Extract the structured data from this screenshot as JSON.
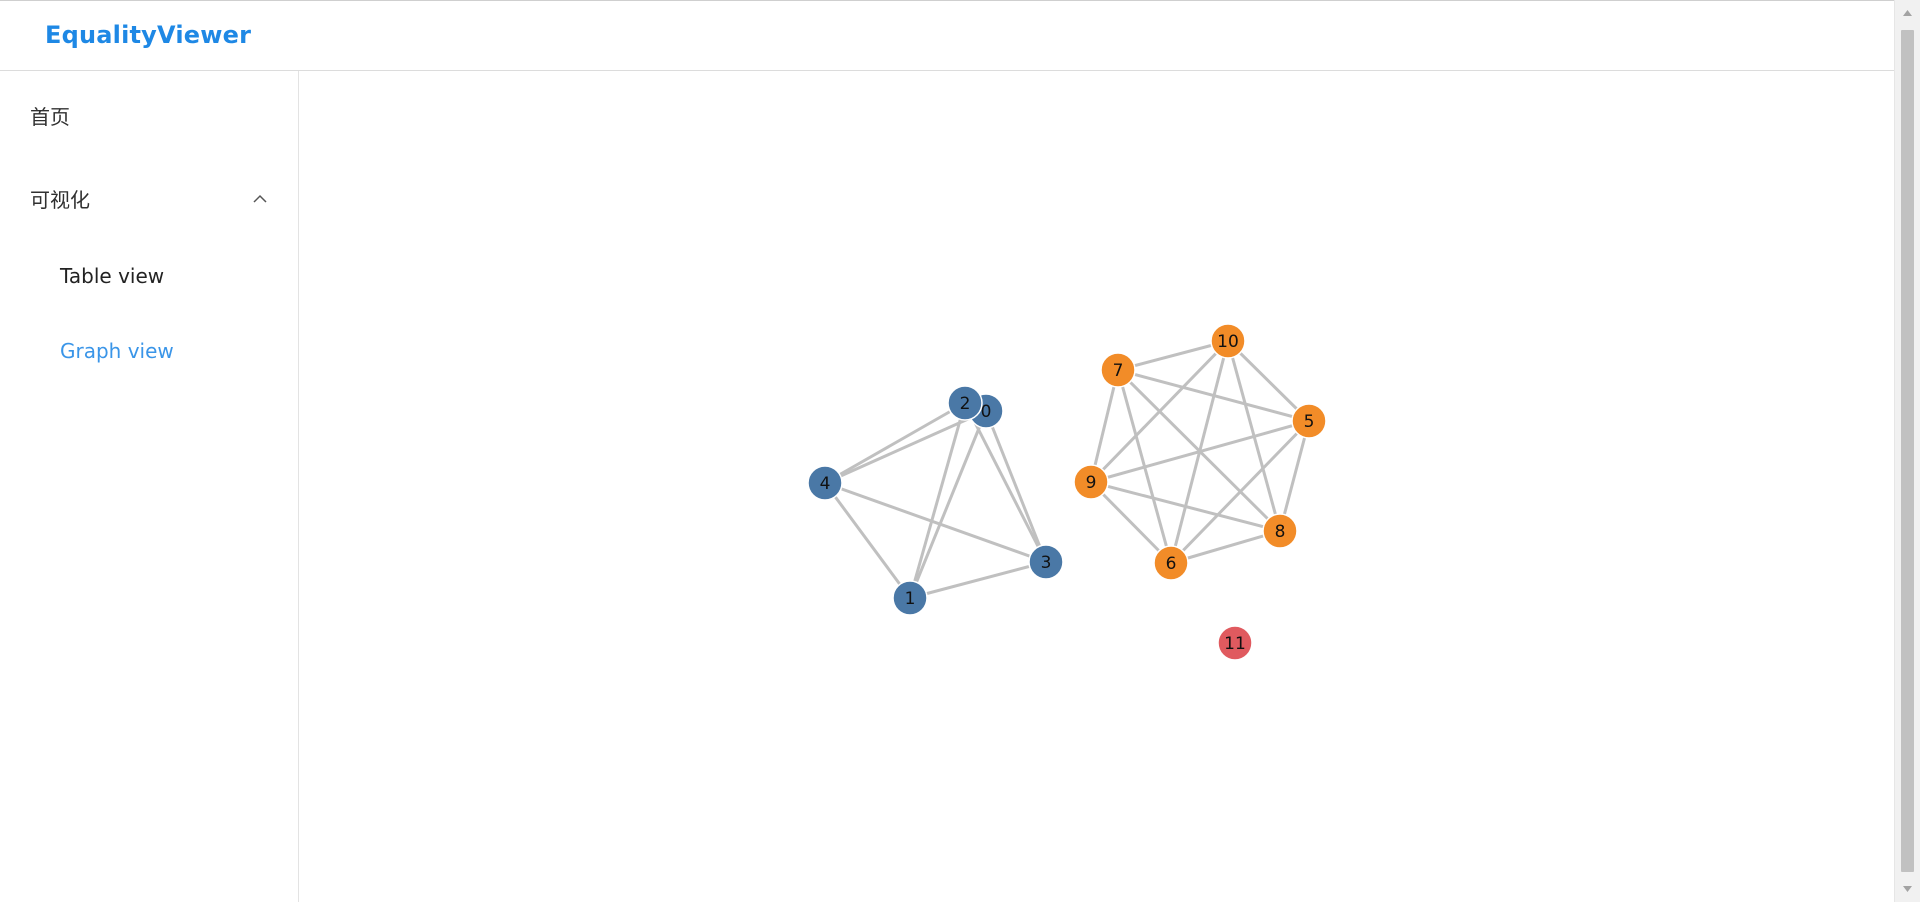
{
  "app": {
    "brand": "EqualityViewer"
  },
  "sidebar": {
    "home_label": "首页",
    "visualization_label": "可视化",
    "visualization_expanded": true,
    "sub_items": [
      {
        "label": "Table view",
        "active": false
      },
      {
        "label": "Graph view",
        "active": true
      }
    ]
  },
  "colors": {
    "brand": "#1e88e5",
    "active_menu": "#3a95e8",
    "group_a": "#4a78a6",
    "group_b": "#f28c28",
    "group_c": "#e05a5f",
    "edge": "#c0c0c0"
  },
  "graph": {
    "nodes": [
      {
        "id": "0",
        "group": "a"
      },
      {
        "id": "1",
        "group": "a"
      },
      {
        "id": "2",
        "group": "a"
      },
      {
        "id": "3",
        "group": "a"
      },
      {
        "id": "4",
        "group": "a"
      },
      {
        "id": "5",
        "group": "b"
      },
      {
        "id": "6",
        "group": "b"
      },
      {
        "id": "7",
        "group": "b"
      },
      {
        "id": "8",
        "group": "b"
      },
      {
        "id": "9",
        "group": "b"
      },
      {
        "id": "10",
        "group": "b"
      },
      {
        "id": "11",
        "group": "c"
      }
    ],
    "edges": [
      [
        "0",
        "1"
      ],
      [
        "0",
        "3"
      ],
      [
        "0",
        "4"
      ],
      [
        "2",
        "1"
      ],
      [
        "2",
        "3"
      ],
      [
        "2",
        "4"
      ],
      [
        "1",
        "3"
      ],
      [
        "1",
        "4"
      ],
      [
        "3",
        "4"
      ],
      [
        "5",
        "6"
      ],
      [
        "5",
        "7"
      ],
      [
        "5",
        "8"
      ],
      [
        "5",
        "9"
      ],
      [
        "5",
        "10"
      ],
      [
        "6",
        "7"
      ],
      [
        "6",
        "8"
      ],
      [
        "6",
        "9"
      ],
      [
        "6",
        "10"
      ],
      [
        "7",
        "8"
      ],
      [
        "7",
        "9"
      ],
      [
        "7",
        "10"
      ],
      [
        "8",
        "9"
      ],
      [
        "8",
        "10"
      ],
      [
        "9",
        "10"
      ]
    ]
  }
}
